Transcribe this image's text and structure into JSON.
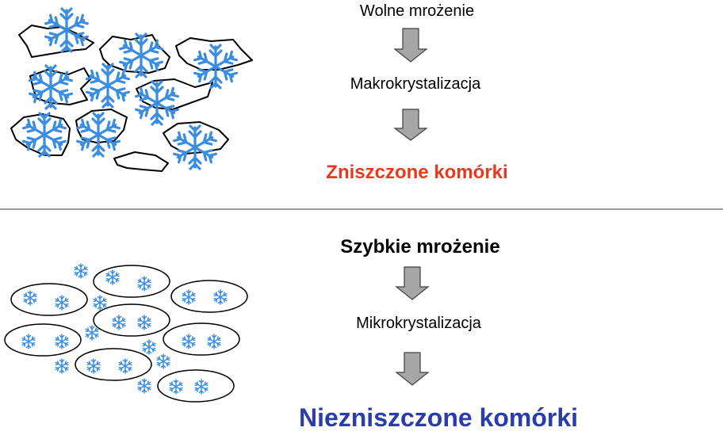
{
  "top": {
    "step1": "Wolne mrożenie",
    "step2": "Makrokrystalizacja",
    "result": "Zniszczone komórki",
    "result_color": "#e8391c"
  },
  "bottom": {
    "step1": "Szybkie mrożenie",
    "step2": "Mikrokrystalizacja",
    "result": "Niezniszczone komórki",
    "result_color": "#2a3da8"
  },
  "colors": {
    "crystal": "#3a8de0",
    "arrow_fill": "#a6a6a6",
    "divider": "#333333",
    "outline": "#000000"
  },
  "icons": {
    "large_crystal": "snowflake-icon",
    "small_crystal": "snowflake-icon",
    "process_arrow": "arrow-down-icon"
  }
}
